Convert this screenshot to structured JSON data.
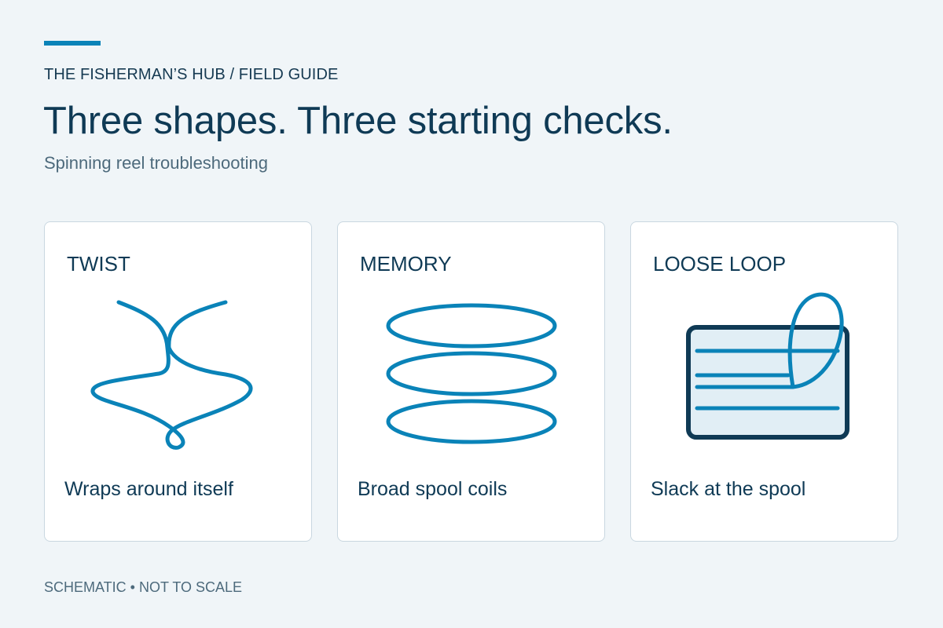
{
  "header": {
    "eyebrow": "THE FISHERMAN’S HUB / FIELD GUIDE",
    "title": "Three shapes. Three starting checks.",
    "subtitle": "Spinning reel troubleshooting"
  },
  "cards": [
    {
      "label": "TWIST",
      "caption": "Wraps around itself",
      "icon": "twisted-line-icon"
    },
    {
      "label": "MEMORY",
      "caption": "Broad spool coils",
      "icon": "spool-coils-icon"
    },
    {
      "label": "LOOSE LOOP",
      "caption": "Slack at the spool",
      "icon": "loose-loop-spool-icon"
    }
  ],
  "footer": {
    "note": "SCHEMATIC • NOT TO SCALE"
  },
  "colors": {
    "accent": "#0a83b8",
    "text_dark": "#0f3a55",
    "text_muted": "#4d6a7c",
    "spool_outline": "#0f3a55",
    "spool_fill": "#e1eef5"
  }
}
